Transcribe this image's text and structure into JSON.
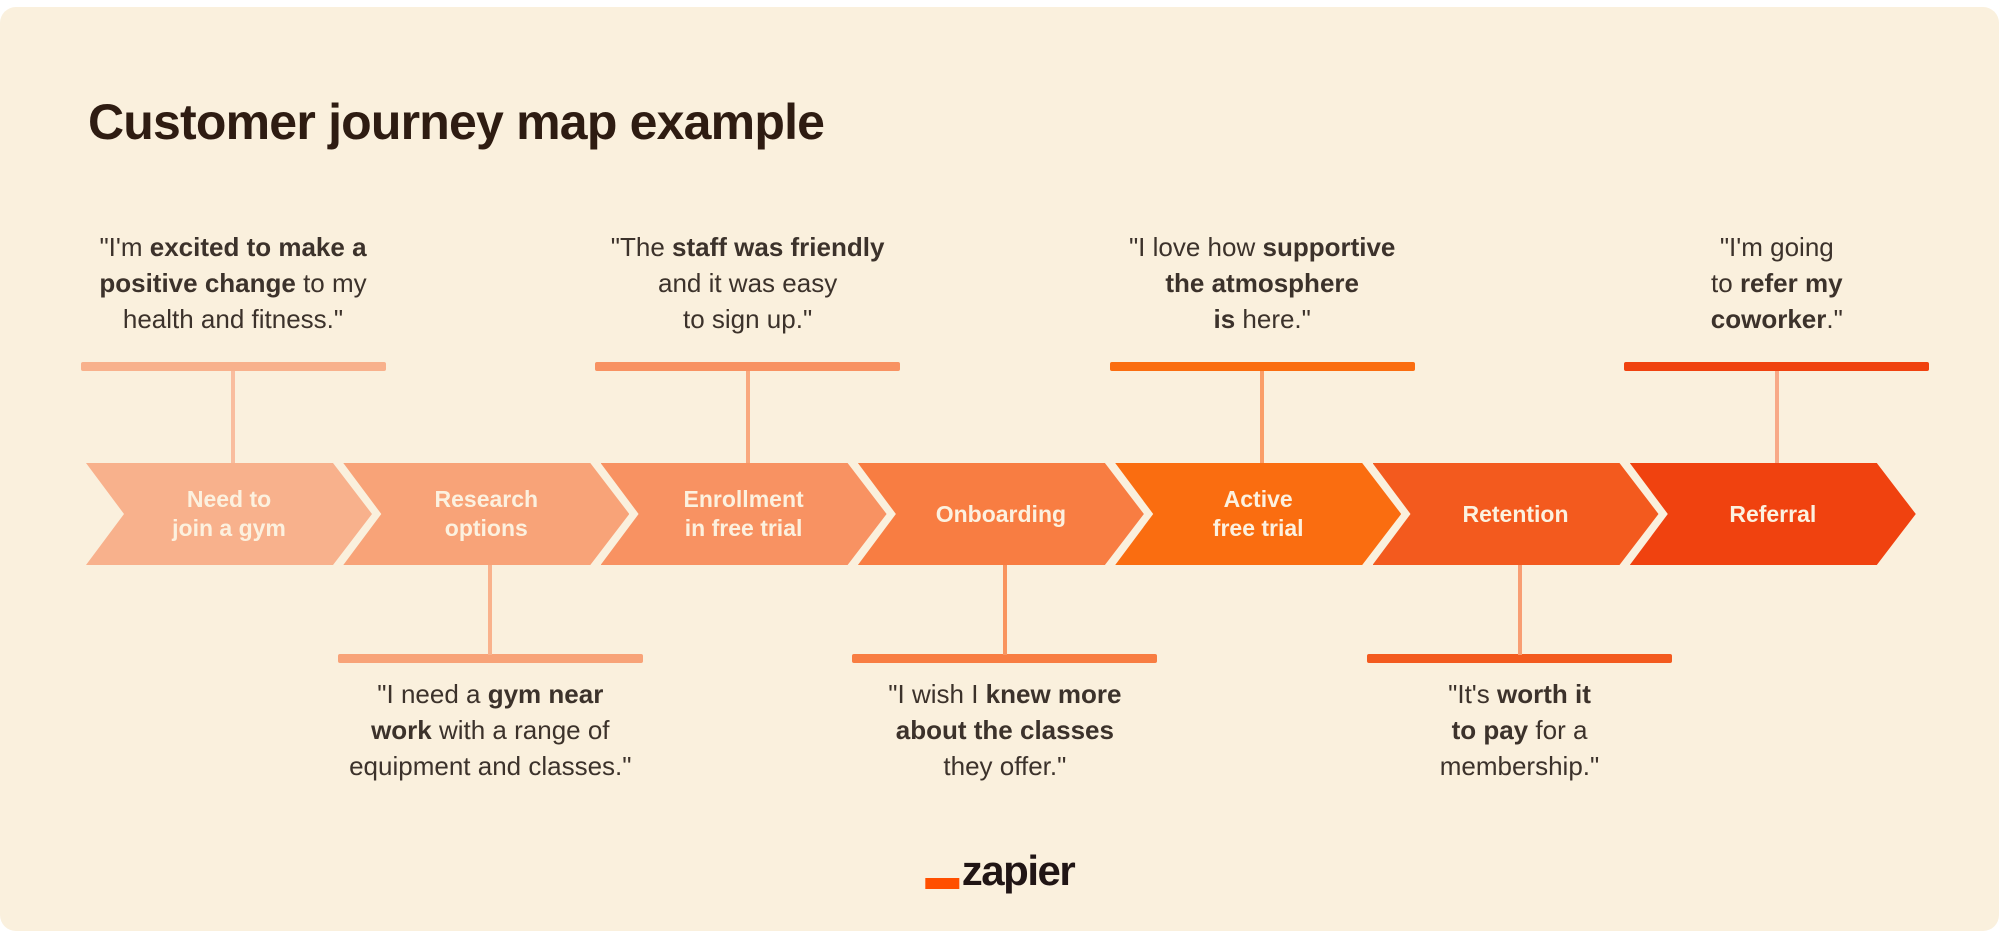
{
  "title": "Customer journey map example",
  "colors": {
    "page_background": "#FFFFFF",
    "panel_background": "#FAF0DD",
    "title_text": "#2E1C12",
    "quote_text": "#3C322B",
    "chevron_text": "#FCF1DF"
  },
  "stages": [
    {
      "id": "need-to-join-a-gym",
      "label": "Need to\njoin a gym",
      "color": "#F8B18C",
      "connector_color": "#F9BD9E",
      "quote": {
        "position": "top",
        "lines": [
          "\"I'm **excited to make a**",
          "**positive change** to my",
          "health and fitness.\""
        ]
      }
    },
    {
      "id": "research-options",
      "label": "Research\noptions",
      "color": "#F8A378",
      "connector_color": "#F9B28C",
      "quote": {
        "position": "bottom",
        "lines": [
          "\"I need a **gym near**",
          "**work** with a range of",
          "equipment and classes.\""
        ]
      }
    },
    {
      "id": "enrollment-in-free-trial",
      "label": "Enrollment\nin free trial",
      "color": "#F89262",
      "connector_color": "#F9A87E",
      "quote": {
        "position": "top",
        "lines": [
          "\"The **staff was friendly**",
          "and it was easy",
          "to sign up.\""
        ]
      }
    },
    {
      "id": "onboarding",
      "label": "Onboarding",
      "color": "#F87D42",
      "connector_color": "#F9945E",
      "quote": {
        "position": "bottom",
        "lines": [
          "\"I wish I **knew more**",
          "**about the classes**",
          "they offer.\""
        ]
      }
    },
    {
      "id": "active-free-trial",
      "label": "Active\nfree trial",
      "color": "#FA6D10",
      "connector_color": "#FA9E68",
      "quote": {
        "position": "top",
        "lines": [
          "\"I love how **supportive**",
          "**the atmosphere**",
          "**is** here.\""
        ]
      }
    },
    {
      "id": "retention",
      "label": "Retention",
      "color": "#F35A1E",
      "connector_color": "#F89E73",
      "quote": {
        "position": "bottom",
        "lines": [
          "\"It's **worth it**",
          "**to pay** for a",
          "membership.\""
        ]
      }
    },
    {
      "id": "referral",
      "label": "Referral",
      "color": "#F0420F",
      "connector_color": "#F8A987",
      "quote": {
        "position": "top",
        "lines": [
          "\"I'm going",
          "to **refer my**",
          "**coworker**.\""
        ]
      }
    }
  ],
  "logo": {
    "text": "zapier",
    "underscore_color": "#FF4F00",
    "text_color": "#201515"
  }
}
